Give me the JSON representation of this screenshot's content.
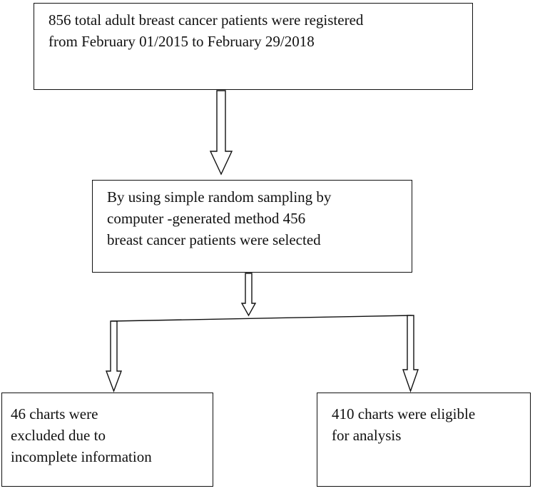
{
  "flowchart": {
    "box_registered": {
      "lines": [
        "856 total adult breast cancer patients were registered",
        "from February 01/2015 to February 29/2018"
      ]
    },
    "box_sampling": {
      "lines": [
        "By using simple random sampling by",
        "computer -generated method 456",
        "breast cancer patients were selected"
      ]
    },
    "box_excluded": {
      "lines": [
        "46 charts were",
        "excluded due to",
        "incomplete information"
      ]
    },
    "box_eligible": {
      "lines": [
        "410 charts were eligible",
        "for analysis"
      ]
    }
  },
  "colors": {
    "stroke": "#111111",
    "background": "#ffffff"
  }
}
